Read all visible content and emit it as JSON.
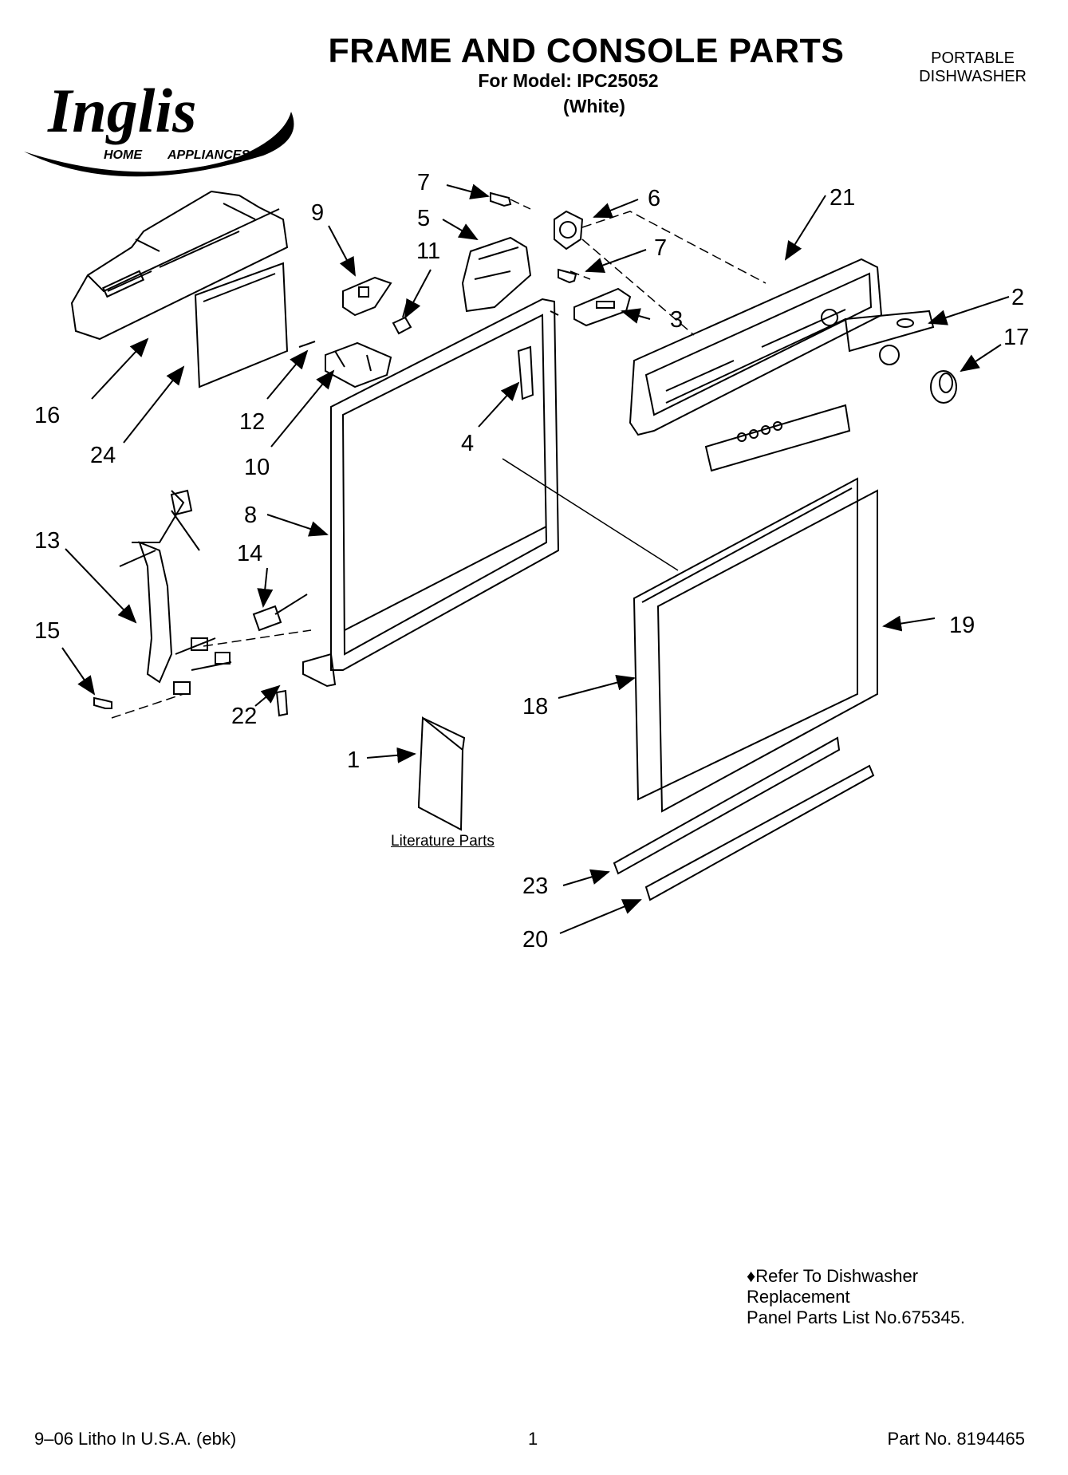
{
  "header": {
    "title": "FRAME AND CONSOLE PARTS",
    "model_line": "For Model: IPC25052",
    "variant": "(White)",
    "product_type_line1": "PORTABLE",
    "product_type_line2": "DISHWASHER"
  },
  "brand": {
    "logo_text": "Inglis",
    "logo_sub_left": "HOME",
    "logo_sub_right": "APPLIANCES"
  },
  "callouts": {
    "c1": "1",
    "c2": "2",
    "c3": "3",
    "c4": "4",
    "c5": "5",
    "c6": "6",
    "c7a": "7",
    "c7b": "7",
    "c8": "8",
    "c9": "9",
    "c10": "10",
    "c11": "11",
    "c12": "12",
    "c13": "13",
    "c14": "14",
    "c15": "15",
    "c16": "16",
    "c17": "17",
    "c18": "18",
    "c19": "19",
    "c20": "20",
    "c21": "21",
    "c22": "22",
    "c23": "23",
    "c24": "24"
  },
  "literature_label": "Literature Parts",
  "note": {
    "line1": "♦Refer To Dishwasher",
    "line2": "Replacement",
    "line3": "Panel Parts List No.675345."
  },
  "footer": {
    "litho": "9–06 Litho In U.S.A. (ebk)",
    "page": "1",
    "part_no": "Part No. 8194465"
  }
}
